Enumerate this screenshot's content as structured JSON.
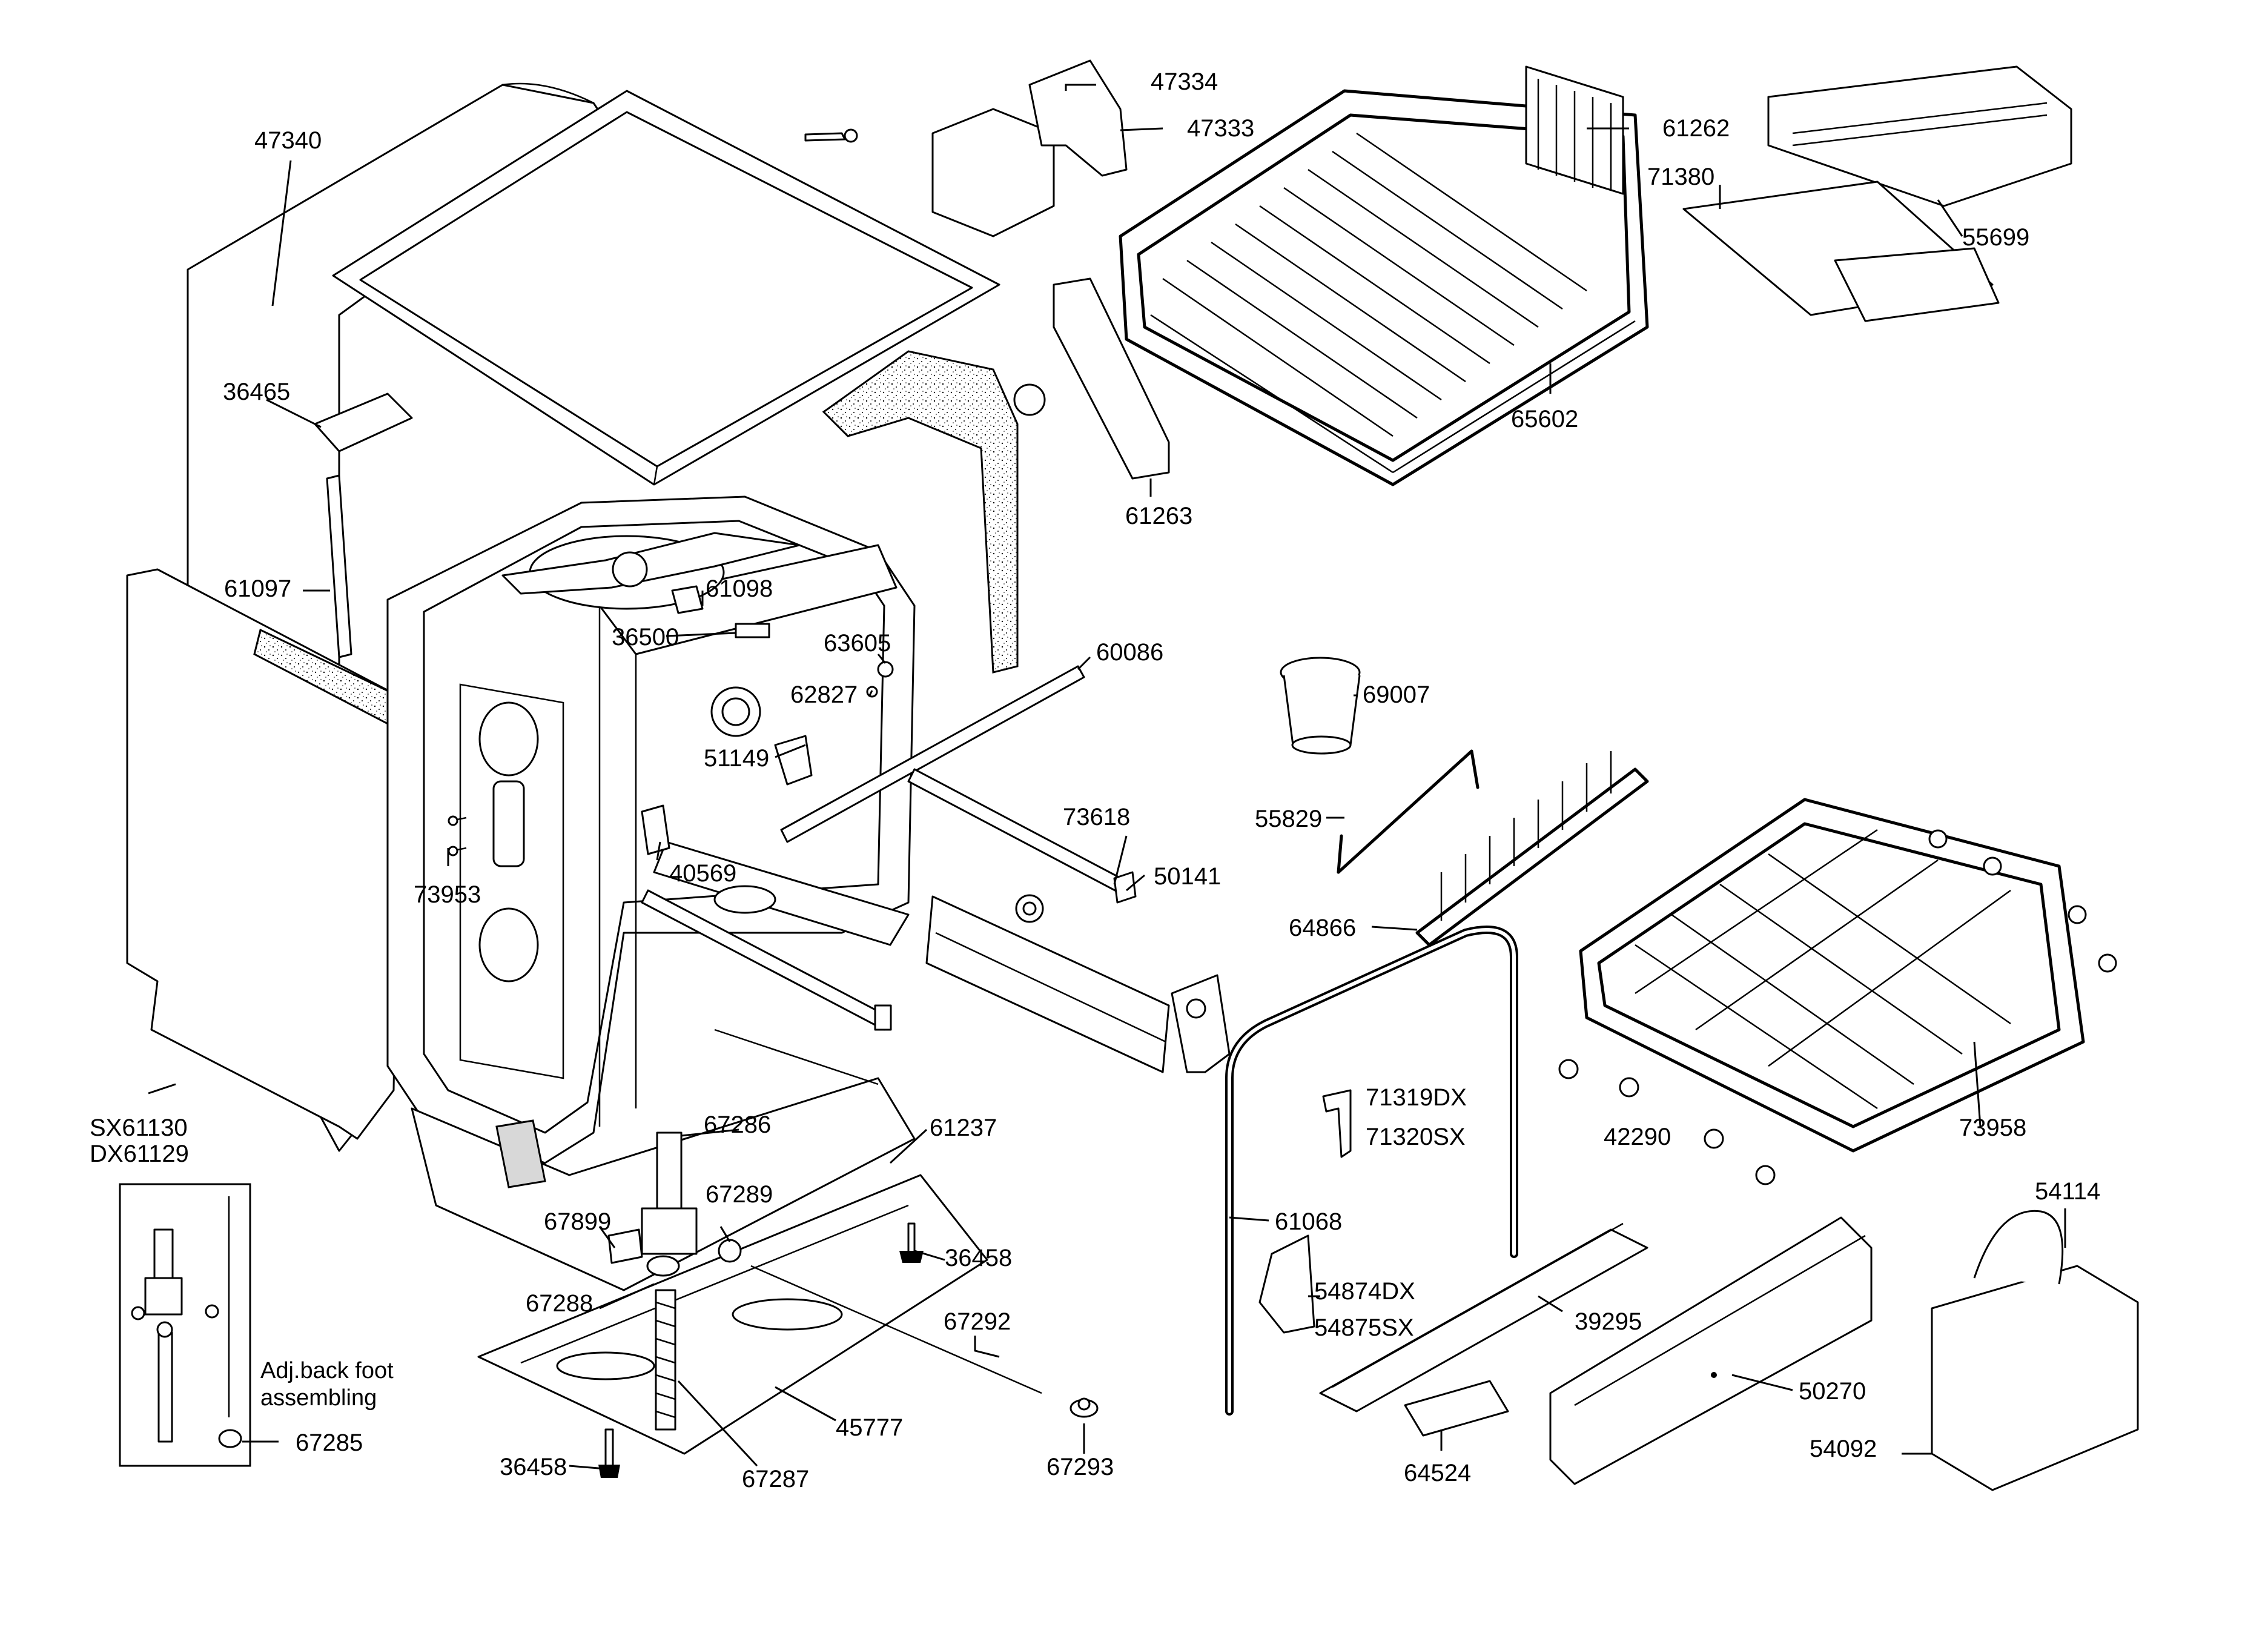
{
  "callouts": {
    "p47340": "47340",
    "p47334": "47334",
    "p47333": "47333",
    "p61262": "61262",
    "p71380": "71380",
    "p55699": "55699",
    "p36465": "36465",
    "p65602": "65602",
    "p61263": "61263",
    "p61097": "61097",
    "p61098": "61098",
    "p36500": "36500",
    "p63605": "63605",
    "p60086": "60086",
    "p62827": "62827",
    "p69007": "69007",
    "p51149": "51149",
    "p73618": "73618",
    "p55829": "55829",
    "p40569": "40569",
    "p50141": "50141",
    "p73953": "73953",
    "p64866": "64866",
    "p61130": "61130",
    "p61129": "61129",
    "p67286": "67286",
    "p61237": "61237",
    "p71319": "71319",
    "p71320": "71320",
    "p42290": "42290",
    "p73958": "73958",
    "p54114": "54114",
    "p67289": "67289",
    "p67899": "67899",
    "p61068": "61068",
    "p36458a": "36458",
    "p67288": "67288",
    "p54874": "54874",
    "p54875": "54875",
    "p39295": "39295",
    "p67292": "67292",
    "p50270": "50270",
    "p54092": "54092",
    "p45777": "45777",
    "p67285": "67285",
    "p36458b": "36458",
    "p67287": "67287",
    "p67293": "67293",
    "p64524": "64524"
  },
  "suffixes": {
    "sx": "SX",
    "dx": "DX"
  },
  "inset": {
    "note_line1": "Adj.back foot",
    "note_line2": "assembling"
  }
}
